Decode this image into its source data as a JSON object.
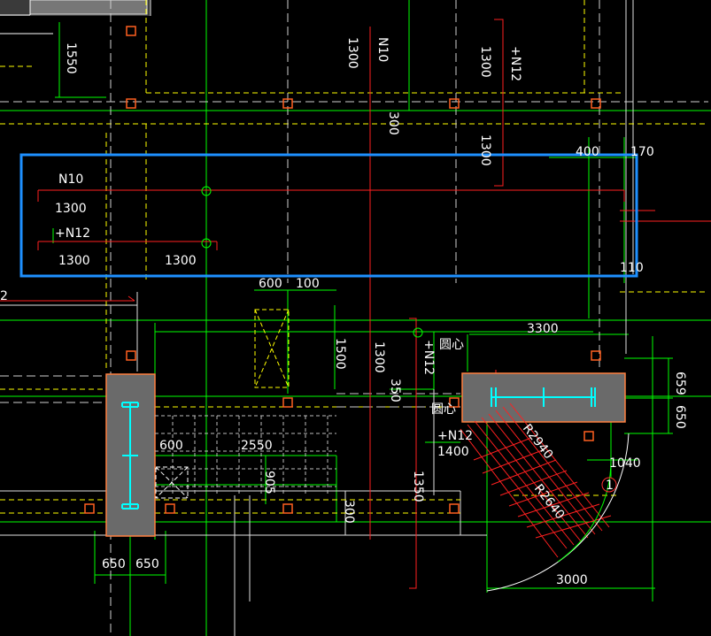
{
  "viewport": {
    "background": "#000000"
  },
  "colors": {
    "axis_green": "#00ff00",
    "dashed_yellow": "#ffff00",
    "rebar_red": "#ff2020",
    "wall_white": "#ffffff",
    "column_fill": "#6a6a6a",
    "column_outline": "#ff8040",
    "steel_cyan": "#00ffff",
    "selection_blue": "#1e90ff",
    "grid_white": "#d8d8d8",
    "marker_orange": "#ff6020"
  },
  "selection": {
    "label_top": "N10",
    "dim_top": "1300",
    "label_mid": "+N12",
    "dim_mid_left": "1300",
    "dim_mid_right": "1300"
  },
  "labels": {
    "dim_1550": "1550",
    "dim_1300_a": "1300",
    "label_n10_v": "N10",
    "dim_1300_b": "1300",
    "label_n12_v": "+N12",
    "dim_300_a": "300",
    "dim_1300_c": "1300",
    "dim_400": "400",
    "dim_170": "170",
    "dim_110": "110",
    "dim_2": "2",
    "dim_600_a": "600",
    "dim_100": "100",
    "dim_1500": "1500",
    "dim_3300": "3300",
    "label_yuanxin_a": "圆心",
    "label_n12_b": "+N12",
    "dim_1300_d": "1300",
    "dim_350": "350",
    "label_yuanxin_b": "圆心",
    "dim_659": "659",
    "dim_650_r": "650",
    "label_n12_c": "+N12",
    "dim_1400": "1400",
    "dim_r2940": "R2940",
    "dim_r2640": "R2640",
    "dim_1040": "1040",
    "axis_num": "1",
    "dim_600_b": "600",
    "dim_2550": "2550",
    "dim_905": "905",
    "dim_1350": "1350",
    "dim_300_b": "300",
    "dim_650_a": "650",
    "dim_650_b": "650",
    "dim_3000": "3000"
  }
}
